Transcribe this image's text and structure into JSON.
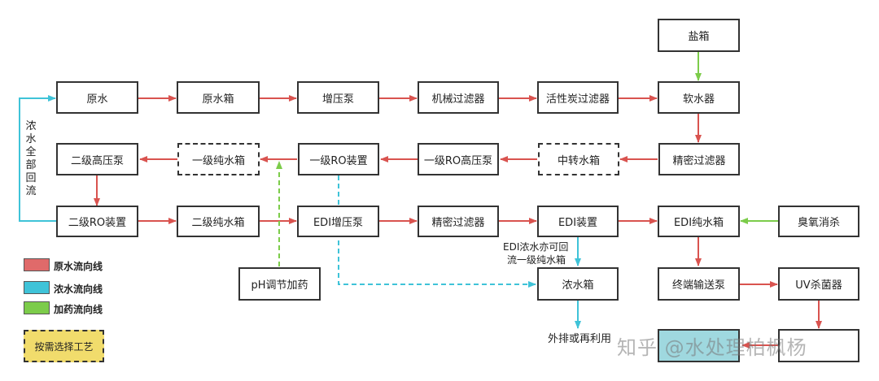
{
  "colors": {
    "raw_water_flow": "#d9534f",
    "concentrate_flow": "#3fc3d8",
    "dosing_flow": "#7ccc4a",
    "option_fill": "#f1dc6c",
    "teal_fill": "#9fd8df"
  },
  "nodes": {
    "salt_tank": "盐箱",
    "raw_water": "原水",
    "raw_water_tank": "原水箱",
    "booster_pump": "增压泵",
    "mechanical_filter": "机械过滤器",
    "activated_carbon_filter": "活性炭过滤器",
    "water_softener": "软水器",
    "precision_filter_1": "精密过滤器",
    "intermediate_tank": "中转水箱",
    "ro1_hp_pump": "一级RO高压泵",
    "ro1_device": "一级RO装置",
    "ro1_pure_tank": "一级纯水箱",
    "ro2_hp_pump": "二级高压泵",
    "ro2_device": "二级RO装置",
    "ro2_pure_tank": "二级纯水箱",
    "edi_booster_pump": "EDI增压泵",
    "precision_filter_2": "精密过滤器",
    "edi_device": "EDI装置",
    "edi_pure_tank": "EDI纯水箱",
    "ozone_sterilization": "臭氧消杀",
    "ph_dosing": "pH调节加药",
    "concentrate_tank": "浓水箱",
    "terminal_pump": "终端输送泵",
    "uv_sterilizer": "UV杀菌器"
  },
  "annotations": {
    "concentrate_return": "浓水全部回流",
    "edi_concentrate_note_line1": "EDI浓水亦可回",
    "edi_concentrate_note_line2": "流一级纯水箱",
    "discharge": "外排或再利用"
  },
  "legend": {
    "raw_water_line": "原水流向线",
    "concentrate_line": "浓水流向线",
    "dosing_line": "加药流向线",
    "optional_process": "按需选择工艺"
  },
  "watermark": "知乎 @水处理柏枫杨"
}
